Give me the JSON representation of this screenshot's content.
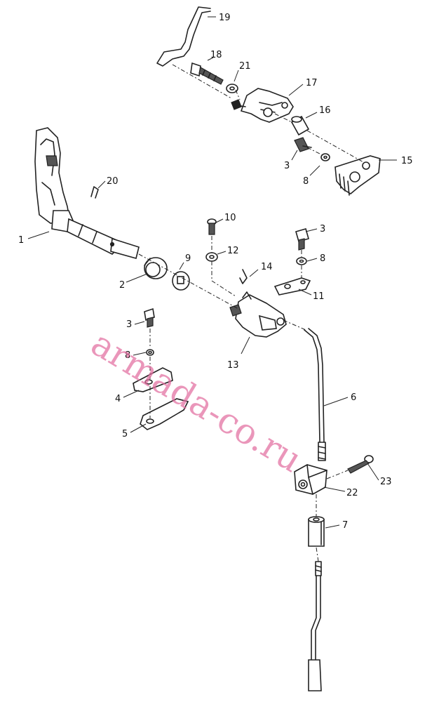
{
  "watermark": "armada-co.ru",
  "callouts": [
    {
      "id": "1",
      "text": "1"
    },
    {
      "id": "2",
      "text": "2"
    },
    {
      "id": "3a",
      "text": "3"
    },
    {
      "id": "3b",
      "text": "3"
    },
    {
      "id": "3c",
      "text": "3"
    },
    {
      "id": "4",
      "text": "4"
    },
    {
      "id": "5",
      "text": "5"
    },
    {
      "id": "6",
      "text": "6"
    },
    {
      "id": "7",
      "text": "7"
    },
    {
      "id": "8a",
      "text": "8"
    },
    {
      "id": "8b",
      "text": "8"
    },
    {
      "id": "8c",
      "text": "8"
    },
    {
      "id": "9",
      "text": "9"
    },
    {
      "id": "10",
      "text": "10"
    },
    {
      "id": "11",
      "text": "11"
    },
    {
      "id": "12",
      "text": "12"
    },
    {
      "id": "13",
      "text": "13"
    },
    {
      "id": "14",
      "text": "14"
    },
    {
      "id": "15",
      "text": "15"
    },
    {
      "id": "16",
      "text": "16"
    },
    {
      "id": "17",
      "text": "17"
    },
    {
      "id": "18",
      "text": "18"
    },
    {
      "id": "19",
      "text": "19"
    },
    {
      "id": "20",
      "text": "20"
    },
    {
      "id": "21",
      "text": "21"
    },
    {
      "id": "22",
      "text": "22"
    },
    {
      "id": "23",
      "text": "23"
    }
  ]
}
